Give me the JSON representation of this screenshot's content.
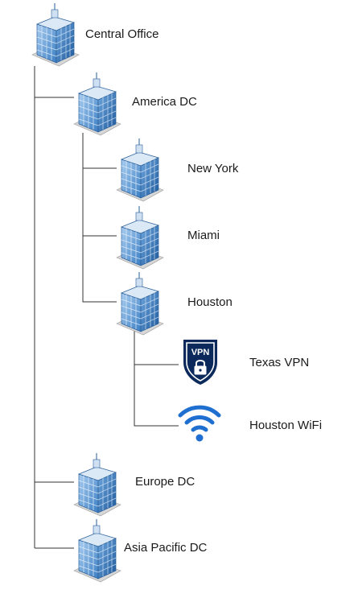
{
  "nodes": [
    {
      "id": "central",
      "label": "Central Office",
      "icon": "office-building-icon"
    },
    {
      "id": "america",
      "label": "America DC",
      "icon": "office-building-icon"
    },
    {
      "id": "newyork",
      "label": "New York",
      "icon": "office-building-icon"
    },
    {
      "id": "miami",
      "label": "Miami",
      "icon": "office-building-icon"
    },
    {
      "id": "houston",
      "label": "Houston",
      "icon": "office-building-icon"
    },
    {
      "id": "texasvpn",
      "label": "Texas VPN",
      "icon": "vpn-shield-icon",
      "badge": "VPN"
    },
    {
      "id": "houstonwifi",
      "label": "Houston WiFi",
      "icon": "wifi-icon"
    },
    {
      "id": "europe",
      "label": "Europe DC",
      "icon": "office-building-icon"
    },
    {
      "id": "asia",
      "label": "Asia Pacific DC",
      "icon": "office-building-icon"
    }
  ],
  "edges": [
    [
      "central",
      "america"
    ],
    [
      "america",
      "newyork"
    ],
    [
      "america",
      "miami"
    ],
    [
      "america",
      "houston"
    ],
    [
      "houston",
      "texasvpn"
    ],
    [
      "houston",
      "houstonwifi"
    ],
    [
      "central",
      "europe"
    ],
    [
      "central",
      "asia"
    ]
  ],
  "colors": {
    "building_glass": "#5b9bd5",
    "building_dark": "#2e6aa8",
    "building_light": "#c9dff3",
    "vpn_shield": "#0b2a5b",
    "wifi_blue": "#1f6fd1",
    "line": "#333333"
  }
}
